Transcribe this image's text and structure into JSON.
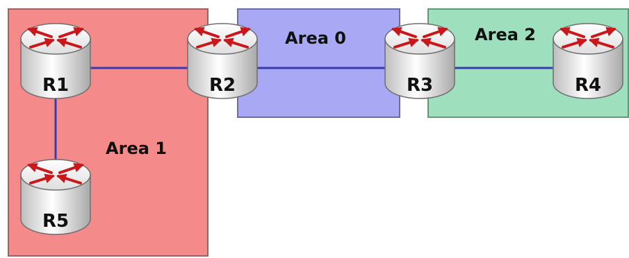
{
  "diagram": {
    "areas": [
      {
        "id": "area1",
        "label": "Area 1",
        "color": "#f48a8a",
        "border": "#a06060"
      },
      {
        "id": "area0",
        "label": "Area 0",
        "color": "#a8a8f4",
        "border": "#6a6aa8"
      },
      {
        "id": "area2",
        "label": "Area 2",
        "color": "#9ee0bd",
        "border": "#5e9a7a"
      }
    ],
    "routers": [
      {
        "id": "R1",
        "label": "R1"
      },
      {
        "id": "R2",
        "label": "R2"
      },
      {
        "id": "R3",
        "label": "R3"
      },
      {
        "id": "R4",
        "label": "R4"
      },
      {
        "id": "R5",
        "label": "R5"
      }
    ],
    "links": [
      {
        "from": "R1",
        "to": "R2"
      },
      {
        "from": "R2",
        "to": "R3"
      },
      {
        "from": "R3",
        "to": "R4"
      },
      {
        "from": "R1",
        "to": "R5"
      }
    ],
    "colors": {
      "link": "#3a3ab0",
      "arrow": "#c8181b",
      "router_body": "#e9e9e9",
      "router_edge": "#6e6e6e"
    }
  }
}
